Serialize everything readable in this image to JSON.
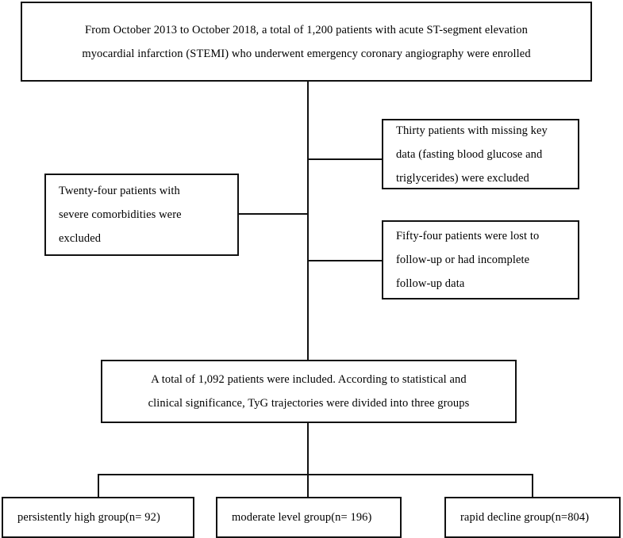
{
  "diagram": {
    "title": "STEMI patient enrollment flow diagram",
    "type": "flowchart",
    "line_color": "#111111",
    "box_fill": "#ffffff"
  },
  "nodes": {
    "enrollment": {
      "lines": [
        "From October 2013 to October 2018, a total of 1,200 patients with acute ST-segment elevation",
        "myocardial infarction (STEMI) who underwent emergency coronary angiography were enrolled"
      ]
    },
    "excluded_missing_data": {
      "lines": [
        "Thirty patients with missing key",
        "data (fasting blood glucose and",
        "triglycerides) were excluded"
      ]
    },
    "excluded_lost_followup": {
      "lines": [
        "Fifty-four patients were lost to",
        "follow-up or had incomplete",
        "follow-up data"
      ]
    },
    "excluded_comorbidities": {
      "lines": [
        "Twenty-four patients with",
        "severe comorbidities were",
        "excluded"
      ]
    },
    "included": {
      "lines": [
        "A total of 1,092 patients were included. According to statistical and",
        "clinical significance, TyG trajectories were divided into three groups"
      ]
    },
    "groups": [
      {
        "label": "persistently high group(n= 92)"
      },
      {
        "label": "moderate level group(n= 196)"
      },
      {
        "label": "rapid decline group(n=804)"
      }
    ]
  }
}
